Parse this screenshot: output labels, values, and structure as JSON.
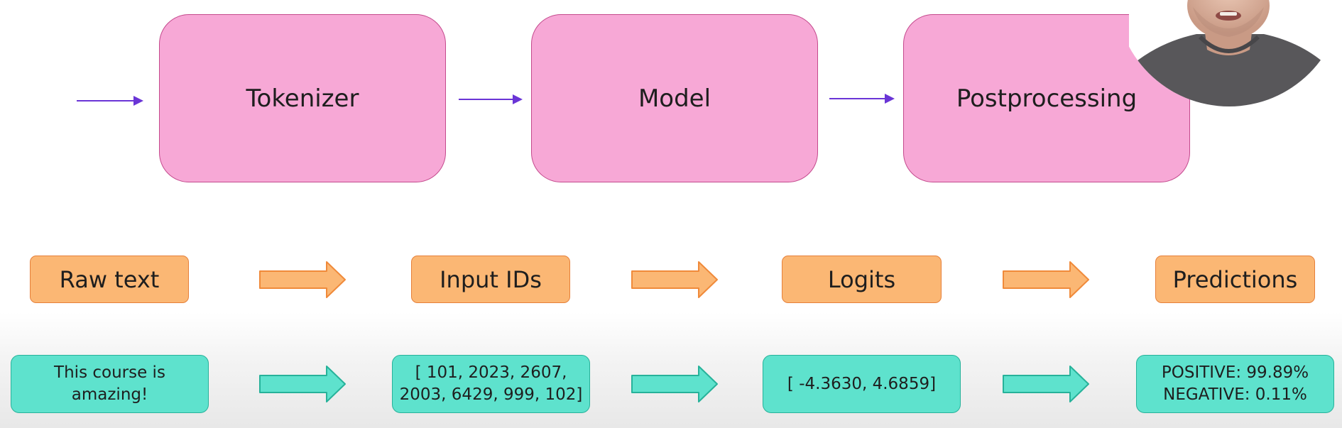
{
  "pipeline_stages": [
    "Tokenizer",
    "Model",
    "Postprocessing"
  ],
  "data_stages": [
    "Raw text",
    "Input IDs",
    "Logits",
    "Predictions"
  ],
  "examples": [
    "This course is\namazing!",
    "[ 101, 2023, 2607,\n2003, 6429, 999, 102]",
    "[ -4.3630, 4.6859]",
    "POSITIVE: 99.89%\nNEGATIVE:  0.11%"
  ],
  "colors": {
    "stage_fill": "#f7a8d6",
    "data_fill": "#fbb774",
    "example_fill": "#5ee2cd",
    "flow_arrow": "#6a35d6",
    "orange_arrow": "#f08a3a",
    "teal_arrow": "#27b29a"
  }
}
